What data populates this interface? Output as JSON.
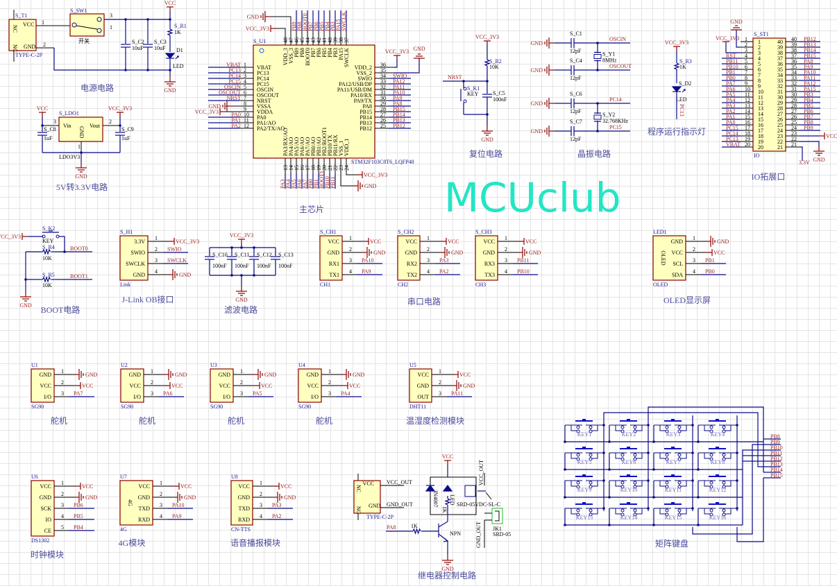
{
  "logo": "MCUclub",
  "power": {
    "title": "电源电路",
    "conn_ref": "S_T1",
    "conn_type": "TYPE-C-2P",
    "conn_vcc": "VCC",
    "conn_gnd": "GND",
    "nc": "NC",
    "sw_ref": "S_SW1",
    "sw_name": "开关",
    "c2": "S_C2",
    "c3": "S_C3",
    "c_val": "10uF",
    "r1": "S_R1",
    "r1_val": "1K",
    "d1": "D1",
    "led": "LED",
    "vcc": "VCC",
    "gnd": "GND",
    "p1": "1",
    "p2": "2",
    "p3": "3"
  },
  "ldo": {
    "title": "5V转3.3V电路",
    "ref": "S_LDO1",
    "vin": "Vin",
    "vout": "Vout",
    "gnd_pin": "GND",
    "part": "LDO3V3",
    "c8": "S_C8",
    "c9": "S_C9",
    "c_val": "1uF",
    "vcc": "VCC",
    "vcc3": "VCC_3V3",
    "gnd": "GND",
    "p_in": "3",
    "p_out": "2",
    "p_gnd": "1"
  },
  "mcu": {
    "title": "主芯片",
    "ref": "S_U1",
    "part": "STM32F103C8T6_LQFP48",
    "left": [
      {
        "n": "1",
        "name": "VBAT",
        "net": "VBAT"
      },
      {
        "n": "2",
        "name": "PC13",
        "net": "PC13"
      },
      {
        "n": "3",
        "name": "PC14",
        "net": "PC14"
      },
      {
        "n": "4",
        "name": "PC15",
        "net": "PC15"
      },
      {
        "n": "5",
        "name": "OSCIN",
        "net": "OSCIN"
      },
      {
        "n": "6",
        "name": "OSCOUT",
        "net": "OSCOUT"
      },
      {
        "n": "7",
        "name": "NRST",
        "net": "NRST"
      },
      {
        "n": "8",
        "name": "VSSA",
        "net": "GND",
        "kind": "gnd"
      },
      {
        "n": "9",
        "name": "VDDA",
        "net": "VCC_3V3",
        "kind": "vcc"
      },
      {
        "n": "10",
        "name": "PA0",
        "net": "PA0"
      },
      {
        "n": "11",
        "name": "PA1/AO",
        "net": "PA1"
      },
      {
        "n": "12",
        "name": "PA2/TX/AO",
        "net": "PA2"
      }
    ],
    "right": [
      {
        "n": "36",
        "name": "VDD_2",
        "net": "VCC_3V3",
        "kind": "vcc"
      },
      {
        "n": "35",
        "name": "VSS_2",
        "net": "GND",
        "kind": "gnd"
      },
      {
        "n": "34",
        "name": "SWIO",
        "net": "SWIO"
      },
      {
        "n": "33",
        "name": "PA12/USB/DP",
        "net": "PA12"
      },
      {
        "n": "32",
        "name": "PA11/USB/DM",
        "net": "PA11"
      },
      {
        "n": "31",
        "name": "PA10/RX",
        "net": "PA10"
      },
      {
        "n": "30",
        "name": "PA9/TX",
        "net": "PA9"
      },
      {
        "n": "29",
        "name": "PA8",
        "net": "PA8"
      },
      {
        "n": "28",
        "name": "PB15",
        "net": "PB15"
      },
      {
        "n": "27",
        "name": "PB14",
        "net": "PB14"
      },
      {
        "n": "26",
        "name": "PB13",
        "net": "PB13"
      },
      {
        "n": "25",
        "name": "PB12",
        "net": "PB12"
      }
    ],
    "top": [
      {
        "n": "48",
        "name": "VDD_3",
        "net": "VCC_3V3",
        "kind": "vcc"
      },
      {
        "n": "47",
        "name": "VSS_3",
        "net": "GND",
        "kind": "gnd"
      },
      {
        "n": "46",
        "name": "PB9",
        "net": "PB9"
      },
      {
        "n": "45",
        "name": "PB8",
        "net": "PB8"
      },
      {
        "n": "44",
        "name": "BOOT0",
        "net": "BOOT0"
      },
      {
        "n": "43",
        "name": "PB7",
        "net": "PB7"
      },
      {
        "n": "42",
        "name": "PB6",
        "net": "PB6"
      },
      {
        "n": "41",
        "name": "PB5",
        "net": "PB5"
      },
      {
        "n": "40",
        "name": "PB4",
        "net": "PB4"
      },
      {
        "n": "39",
        "name": "PB3",
        "net": "PB3"
      },
      {
        "n": "38",
        "name": "PA15",
        "net": "PA15"
      },
      {
        "n": "37",
        "name": "SWCLK",
        "net": "SWCLK"
      }
    ],
    "bottom": [
      {
        "n": "13",
        "name": "PA3/RX/AO",
        "net": "PA3"
      },
      {
        "n": "14",
        "name": "PA4/AO",
        "net": "PA4"
      },
      {
        "n": "15",
        "name": "PA5/AO",
        "net": "PA5"
      },
      {
        "n": "16",
        "name": "PA6/AO",
        "net": "PA6"
      },
      {
        "n": "17",
        "name": "PA7/AO",
        "net": "PA7"
      },
      {
        "n": "18",
        "name": "PB0/AO",
        "net": "PB0"
      },
      {
        "n": "19",
        "name": "PB1/AO",
        "net": "PB1"
      },
      {
        "n": "20",
        "name": "PB2/BOOT1",
        "net": "BOOT1"
      },
      {
        "n": "21",
        "name": "PB10/TX",
        "net": "PB10"
      },
      {
        "n": "22",
        "name": "PB11/RX",
        "net": "PB11"
      },
      {
        "n": "23",
        "name": "VSS_1",
        "net": "GND",
        "kind": "gnd"
      },
      {
        "n": "24",
        "name": "VDD_1",
        "net": "VCC_3V3",
        "kind": "vcc"
      }
    ]
  },
  "reset": {
    "title": "复位电路",
    "vcc3": "VCC_3V3",
    "r2": "S_R2",
    "r2_val": "10K",
    "nrst": "NRST",
    "k1": "S_K1",
    "key": "KEY",
    "c5": "S_C5",
    "c5_val": "100nF",
    "gnd": "GND"
  },
  "crystal": {
    "title": "晶振电路",
    "gnd": "GND",
    "rows": [
      {
        "cap": "S_C1",
        "val": "12pF",
        "net": "OSCIN"
      },
      {
        "cap": "S_C4",
        "val": "12pF",
        "net": "OSCOUT"
      },
      {
        "cap": "S_C6",
        "val": "12pF",
        "net": "PC14"
      },
      {
        "cap": "S_C7",
        "val": "12pF",
        "net": "PC15"
      }
    ],
    "y1": "S_Y1",
    "y1_val": "8MHz",
    "y2": "S_Y2",
    "y2_val": "32.768KHz"
  },
  "indicator": {
    "title": "程序运行指示灯",
    "vcc3": "VCC_3V3",
    "r3": "S_R3",
    "r3_val": "1K",
    "d2": "S_D2",
    "led": "LED",
    "net": "PC13"
  },
  "io": {
    "title": "IO拓展口",
    "ref": "S_ST1",
    "footer": "IO",
    "gnd": "GND",
    "vcc3": "VCC_3V3",
    "vcc": "VCC",
    "v33": "3.3V",
    "left": [
      {
        "n": "1",
        "net": ""
      },
      {
        "n": "2",
        "net": ""
      },
      {
        "n": "3",
        "net": ""
      },
      {
        "n": "4",
        "net": "RST"
      },
      {
        "n": "5",
        "net": "PB11"
      },
      {
        "n": "6",
        "net": "PB10"
      },
      {
        "n": "7",
        "net": "PB1"
      },
      {
        "n": "8",
        "net": "PB0"
      },
      {
        "n": "9",
        "net": "PA7"
      },
      {
        "n": "10",
        "net": "PA6"
      },
      {
        "n": "11",
        "net": "PA5"
      },
      {
        "n": "12",
        "net": "PA4"
      },
      {
        "n": "13",
        "net": "PA3"
      },
      {
        "n": "14",
        "net": "PA2"
      },
      {
        "n": "15",
        "net": "PA1"
      },
      {
        "n": "16",
        "net": "PA0"
      },
      {
        "n": "17",
        "net": "PC15"
      },
      {
        "n": "18",
        "net": "PC14"
      },
      {
        "n": "19",
        "net": "PC13"
      },
      {
        "n": "20",
        "net": "VBAT"
      }
    ],
    "right": [
      {
        "n": "40",
        "net": "PB12"
      },
      {
        "n": "39",
        "net": "PB13"
      },
      {
        "n": "38",
        "net": "PB14"
      },
      {
        "n": "37",
        "net": "PB15"
      },
      {
        "n": "36",
        "net": "PA8"
      },
      {
        "n": "35",
        "net": "PA9"
      },
      {
        "n": "34",
        "net": "PA10"
      },
      {
        "n": "33",
        "net": "PA11"
      },
      {
        "n": "32",
        "net": "PA12"
      },
      {
        "n": "31",
        "net": "PA15"
      },
      {
        "n": "30",
        "net": "PB3"
      },
      {
        "n": "29",
        "net": "PB4"
      },
      {
        "n": "28",
        "net": "PB5"
      },
      {
        "n": "27",
        "net": "PB6"
      },
      {
        "n": "26",
        "net": "PB7"
      },
      {
        "n": "25",
        "net": "PB8"
      },
      {
        "n": "24",
        "net": "PB9"
      },
      {
        "n": "23",
        "net": ""
      },
      {
        "n": "22",
        "net": ""
      },
      {
        "n": "21",
        "net": ""
      }
    ]
  },
  "boot": {
    "title": "BOOT电路",
    "vcc3": "VCC_3V3",
    "k2": "S_K2",
    "key": "KEY",
    "r4": "S_R4",
    "r5": "S_R5",
    "r_val": "10K",
    "boot0": "BOOT0",
    "boot1": "BOOT1",
    "gnd": "GND"
  },
  "filter": {
    "title": "滤波电路",
    "vcc3": "VCC_3V3",
    "gnd": "GND",
    "caps": [
      "S_C10",
      "S_C11",
      "S_C12",
      "S_C13"
    ],
    "val": "100nF"
  },
  "modules": [
    {
      "ref": "S_H1",
      "footer": "Link",
      "title": "J-Link OB接口",
      "pins": [
        {
          "n": "1",
          "name": "3.3V",
          "net": "VCC_3V3",
          "kind": "vcc"
        },
        {
          "n": "2",
          "name": "SWIO",
          "net": "SWIO"
        },
        {
          "n": "3",
          "name": "SWCLK",
          "net": "SWCLK"
        },
        {
          "n": "4",
          "name": "GND",
          "net": "GND",
          "kind": "gnd"
        }
      ]
    },
    {
      "ref": "S_CH1",
      "footer": "CH1",
      "pins": [
        {
          "n": "1",
          "name": "VCC",
          "net": "VCC",
          "kind": "vcc"
        },
        {
          "n": "2",
          "name": "GND",
          "net": "GND",
          "kind": "gnd"
        },
        {
          "n": "3",
          "name": "RX1",
          "net": "PA10"
        },
        {
          "n": "4",
          "name": "TX1",
          "net": "PA9"
        }
      ]
    },
    {
      "ref": "S_CH2",
      "footer": "CH2",
      "title": "串口电路",
      "pins": [
        {
          "n": "1",
          "name": "VCC",
          "net": "VCC",
          "kind": "vcc"
        },
        {
          "n": "2",
          "name": "GND",
          "net": "GND",
          "kind": "gnd"
        },
        {
          "n": "3",
          "name": "RX2",
          "net": "PA3"
        },
        {
          "n": "4",
          "name": "TX2",
          "net": "PA2"
        }
      ]
    },
    {
      "ref": "S_CH3",
      "footer": "CH3",
      "pins": [
        {
          "n": "1",
          "name": "VCC",
          "net": "VCC",
          "kind": "vcc"
        },
        {
          "n": "2",
          "name": "GND",
          "net": "GND",
          "kind": "gnd"
        },
        {
          "n": "3",
          "name": "RX3",
          "net": "PB11"
        },
        {
          "n": "4",
          "name": "TX3",
          "net": "PB10"
        }
      ]
    },
    {
      "ref": "LED1",
      "footer": "OLED",
      "inner": "OLED",
      "title": "OLED显示屏",
      "pins": [
        {
          "n": "1",
          "name": "GND",
          "net": "GND",
          "kind": "gnd"
        },
        {
          "n": "2",
          "name": "VCC",
          "net": "VCC",
          "kind": "vcc"
        },
        {
          "n": "3",
          "name": "SCL",
          "net": "PB1"
        },
        {
          "n": "4",
          "name": "SDA",
          "net": "PB0"
        }
      ]
    },
    {
      "ref": "U1",
      "footer": "SG90",
      "title": "舵机",
      "pins": [
        {
          "n": "1",
          "name": "GND",
          "net": "GND",
          "kind": "gnd"
        },
        {
          "n": "2",
          "name": "VCC",
          "net": "VCC",
          "kind": "vcc"
        },
        {
          "n": "3",
          "name": "I/O",
          "net": "PA7"
        }
      ]
    },
    {
      "ref": "U2",
      "footer": "SG90",
      "title": "舵机",
      "pins": [
        {
          "n": "1",
          "name": "GND",
          "net": "GND",
          "kind": "gnd"
        },
        {
          "n": "2",
          "name": "VCC",
          "net": "VCC",
          "kind": "vcc"
        },
        {
          "n": "3",
          "name": "I/O",
          "net": "PA6"
        }
      ]
    },
    {
      "ref": "U3",
      "footer": "SG90",
      "title": "舵机",
      "pins": [
        {
          "n": "1",
          "name": "GND",
          "net": "GND",
          "kind": "gnd"
        },
        {
          "n": "2",
          "name": "VCC",
          "net": "VCC",
          "kind": "vcc"
        },
        {
          "n": "3",
          "name": "I/O",
          "net": "PA5"
        }
      ]
    },
    {
      "ref": "U4",
      "footer": "SG90",
      "title": "舵机",
      "pins": [
        {
          "n": "1",
          "name": "GND",
          "net": "GND",
          "kind": "gnd"
        },
        {
          "n": "2",
          "name": "VCC",
          "net": "VCC",
          "kind": "vcc"
        },
        {
          "n": "3",
          "name": "I/O",
          "net": "PA4"
        }
      ]
    },
    {
      "ref": "U5",
      "footer": "DHT11",
      "title": "温湿度检测模块",
      "pins": [
        {
          "n": "1",
          "name": "VCC",
          "net": "VCC",
          "kind": "vcc"
        },
        {
          "n": "2",
          "name": "GND",
          "net": "GND",
          "kind": "gnd"
        },
        {
          "n": "3",
          "name": "OUT",
          "net": "PA11"
        }
      ]
    },
    {
      "ref": "U6",
      "footer": "DS1302",
      "title": "时钟模块",
      "pins": [
        {
          "n": "1",
          "name": "VCC",
          "net": "VCC",
          "kind": "vcc"
        },
        {
          "n": "2",
          "name": "GND",
          "net": "GND",
          "kind": "gnd"
        },
        {
          "n": "3",
          "name": "SCK",
          "net": "PB6"
        },
        {
          "n": "4",
          "name": "IO",
          "net": "PB5"
        },
        {
          "n": "5",
          "name": "CE",
          "net": "PB4"
        }
      ]
    },
    {
      "ref": "U7",
      "footer": "4G",
      "inner": "4G",
      "title": "4G模块",
      "pins": [
        {
          "n": "1",
          "name": "VCC",
          "net": "VCC",
          "kind": "vcc"
        },
        {
          "n": "2",
          "name": "GND",
          "net": "GND",
          "kind": "gnd"
        },
        {
          "n": "3",
          "name": "TXD",
          "net": "PA10"
        },
        {
          "n": "4",
          "name": "RXD",
          "net": "PA9"
        }
      ]
    },
    {
      "ref": "U8",
      "footer": "CN-TTS",
      "title": "语音播报模块",
      "pins": [
        {
          "n": "1",
          "name": "VCC",
          "net": "VCC",
          "kind": "vcc"
        },
        {
          "n": "2",
          "name": "GND",
          "net": "GND",
          "kind": "gnd"
        },
        {
          "n": "3",
          "name": "TXD",
          "net": "PA3"
        },
        {
          "n": "4",
          "name": "RXD",
          "net": "PA2"
        }
      ]
    }
  ],
  "relay": {
    "title": "继电器控制电路",
    "conn_type": "TYPE-C-2P",
    "conn_vcc": "VCC",
    "conn_gnd": "GND",
    "nc": "NC",
    "vcc_out": "VCC_OUT",
    "gnd_out": "GND_OUT",
    "vcc": "VCC",
    "gnd": "GND",
    "diode": "IN4007",
    "led": "LED",
    "r_led": "1K",
    "relay": "SRD-05VDC-SL-C",
    "pa8": "PA8",
    "r_base": "1K",
    "npn": "NPN",
    "jk": "JK1",
    "jk_part": "SRD-05"
  },
  "keypad": {
    "title": "矩阵键盘",
    "keys": [
      "KEY1",
      "KEY2",
      "KEY3",
      "KEY4",
      "KEY5",
      "KEY6",
      "KEY7",
      "KEY8",
      "KEY9",
      "KEY10",
      "KEY11",
      "KEY12",
      "KEY13",
      "KEY14",
      "KEY15",
      "KEY16"
    ],
    "nets": [
      "PB8",
      "PB9",
      "PB10",
      "PB11",
      "PB12",
      "PB13",
      "PB14",
      "PB15"
    ]
  }
}
